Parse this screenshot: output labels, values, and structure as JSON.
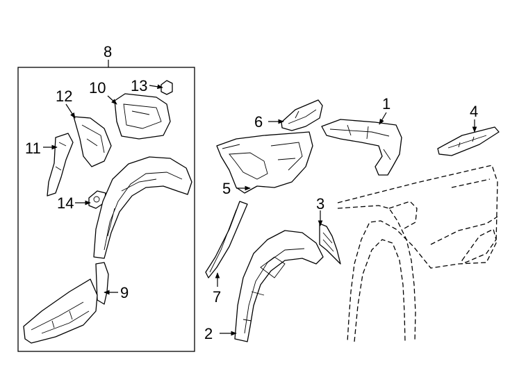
{
  "diagram": {
    "callouts": [
      {
        "id": "1",
        "label": "1"
      },
      {
        "id": "2",
        "label": "2"
      },
      {
        "id": "3",
        "label": "3"
      },
      {
        "id": "4",
        "label": "4"
      },
      {
        "id": "5",
        "label": "5"
      },
      {
        "id": "6",
        "label": "6"
      },
      {
        "id": "7",
        "label": "7"
      },
      {
        "id": "8",
        "label": "8"
      },
      {
        "id": "9",
        "label": "9"
      },
      {
        "id": "10",
        "label": "10"
      },
      {
        "id": "11",
        "label": "11"
      },
      {
        "id": "12",
        "label": "12"
      },
      {
        "id": "13",
        "label": "13"
      },
      {
        "id": "14",
        "label": "14"
      }
    ]
  }
}
